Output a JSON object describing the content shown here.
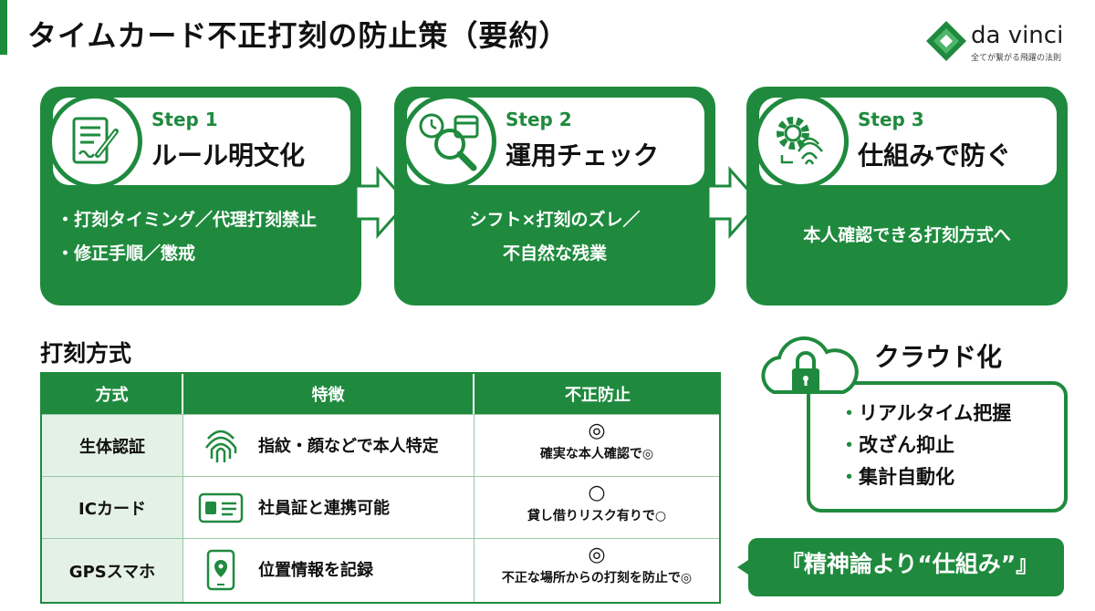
{
  "title": "タイムカード不正打刻の防止策（要約）",
  "logo": {
    "name": "da vinci",
    "tagline": "全てが繋がる飛躍の法則"
  },
  "steps": [
    {
      "num": "Step 1",
      "title": "ルール明文化",
      "icon": "document-pen-icon",
      "body": [
        "・打刻タイミング／代理打刻禁止",
        "・修正手順／懲戒"
      ]
    },
    {
      "num": "Step 2",
      "title": "運用チェック",
      "icon": "clock-magnifier-calendar-icon",
      "body": [
        "シフト×打刻のズレ／",
        "不自然な残業"
      ]
    },
    {
      "num": "Step 3",
      "title": "仕組みで防ぐ",
      "icon": "gear-fingerprint-icon",
      "body": [
        "本人確認できる打刻方式へ"
      ]
    }
  ],
  "methods": {
    "title": "打刻方式",
    "headers": [
      "方式",
      "特徴",
      "不正防止"
    ],
    "rows": [
      {
        "name": "生体認証",
        "icon": "fingerprint-icon",
        "feature": "指紋・顔などで本人特定",
        "mark": "◎",
        "note": "確実な本人確認で◎"
      },
      {
        "name": "ICカード",
        "icon": "id-card-icon",
        "feature": "社員証と連携可能",
        "mark": "○",
        "note": "貸し借りリスク有りで○"
      },
      {
        "name": "GPSスマホ",
        "icon": "smartphone-location-icon",
        "feature": "位置情報を記録",
        "mark": "◎",
        "note": "不正な場所からの打刻を防止で◎"
      }
    ]
  },
  "cloud": {
    "title": "クラウド化",
    "icon": "cloud-lock-icon",
    "items": [
      "リアルタイム把握",
      "改ざん抑止",
      "集計自動化"
    ]
  },
  "banner": "『精神論より“仕組み”』",
  "colors": {
    "accent": "#1f8a3e",
    "light": "#e4f1e6"
  }
}
